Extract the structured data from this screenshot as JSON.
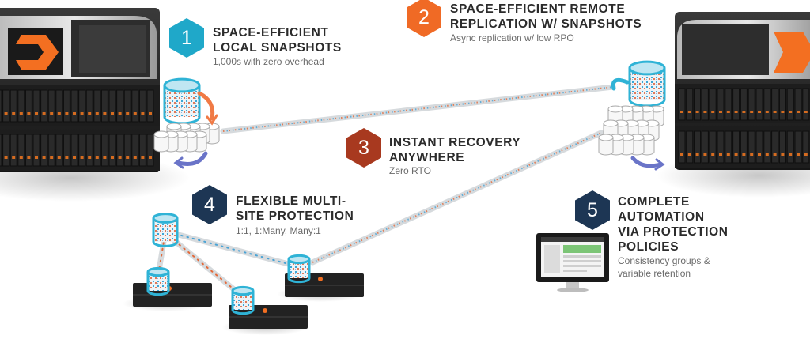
{
  "colors": {
    "cyan": "#1fa8c9",
    "orange": "#f06a25",
    "rust": "#a8391f",
    "navy": "#1d3654",
    "brand_orange": "#f36f21"
  },
  "features": [
    {
      "number": "1",
      "title": [
        "SPACE-EFFICIENT",
        "LOCAL SNAPSHOTS"
      ],
      "subtitle": [
        "1,000s with zero overhead"
      ]
    },
    {
      "number": "2",
      "title": [
        "SPACE-EFFICIENT REMOTE",
        "REPLICATION W/ SNAPSHOTS"
      ],
      "subtitle": [
        "Async replication w/ low RPO"
      ]
    },
    {
      "number": "3",
      "title": [
        "INSTANT RECOVERY",
        "ANYWHERE"
      ],
      "subtitle": [
        "Zero RTO"
      ]
    },
    {
      "number": "4",
      "title": [
        "FLEXIBLE MULTI-",
        "SITE PROTECTION"
      ],
      "subtitle": [
        "1:1, 1:Many, Many:1"
      ]
    },
    {
      "number": "5",
      "title": [
        "COMPLETE",
        "AUTOMATION",
        "VIA PROTECTION",
        "POLICIES"
      ],
      "subtitle": [
        "Consistency groups &",
        "variable retention"
      ]
    }
  ]
}
